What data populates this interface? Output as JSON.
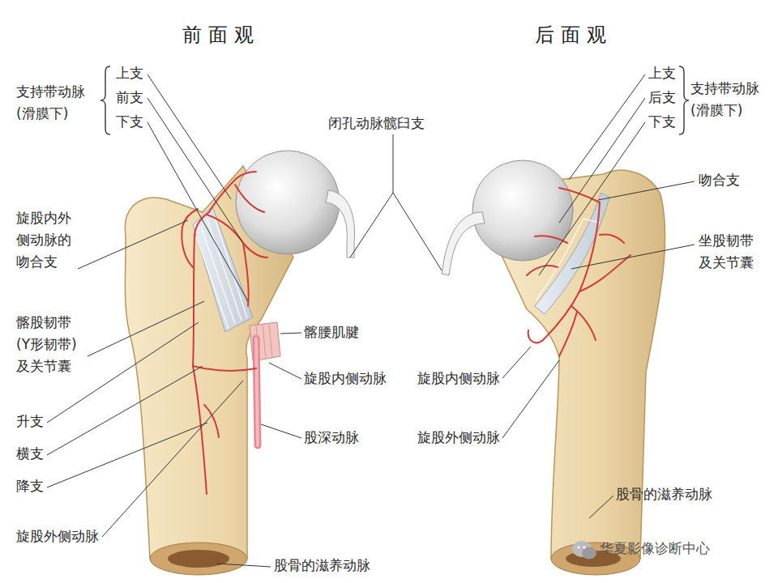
{
  "diagram": {
    "labels": [
      "前面观",
      "后面观",
      "支持带动脉 (滑膜下)",
      "上支",
      "前支",
      "下支",
      "闭孔动脉髋臼支",
      "上支",
      "后支",
      "下支",
      "支持带动脉 (滑膜下)",
      "吻合支",
      "坐股韧带 及关节囊",
      "旋股内外 侧动脉的 吻合支",
      "髂股韧带 (Y形韧带) 及关节囊",
      "髂腰肌腱",
      "旋股内侧动脉",
      "股深动脉",
      "升支",
      "横支",
      "降支",
      "旋股外侧动脉",
      "旋股内侧动脉",
      "旋股外侧动脉",
      "股骨的滋养动脉",
      "股骨的滋养动脉",
      "华夏影像诊断中心"
    ]
  }
}
